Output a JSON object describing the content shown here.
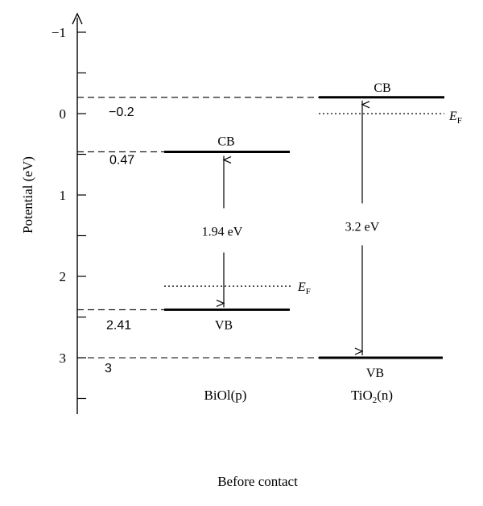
{
  "axis": {
    "label": "Potential (eV)",
    "ticks": [
      "−1",
      "0",
      "1",
      "2",
      "3"
    ],
    "range": [
      -1,
      3.6
    ],
    "minor_step": 0.5
  },
  "xlabel": "Before contact",
  "biooi": {
    "name": "BiOl(p)",
    "cb_label": "CB",
    "vb_label": "VB",
    "ef_label_main": "E",
    "ef_label_sub": "F",
    "gap_label": "1.94 eV",
    "cb_value": 0.47,
    "vb_value": 2.41,
    "ef_value": 2.12,
    "cb_value_label": "0.47",
    "vb_value_label": "2.41",
    "color": "#000000"
  },
  "tio2": {
    "name_pre": "TiO",
    "name_sub": "2",
    "name_post": "(n)",
    "cb_label": "CB",
    "vb_label": "VB",
    "ef_label_main": "E",
    "ef_label_sub": "F",
    "gap_label": "3.2 eV",
    "cb_value": -0.2,
    "vb_value": 3.0,
    "ef_value": 0.0,
    "cb_value_label": "−0.2",
    "vb_value_label": "3",
    "color": "#000000"
  }
}
